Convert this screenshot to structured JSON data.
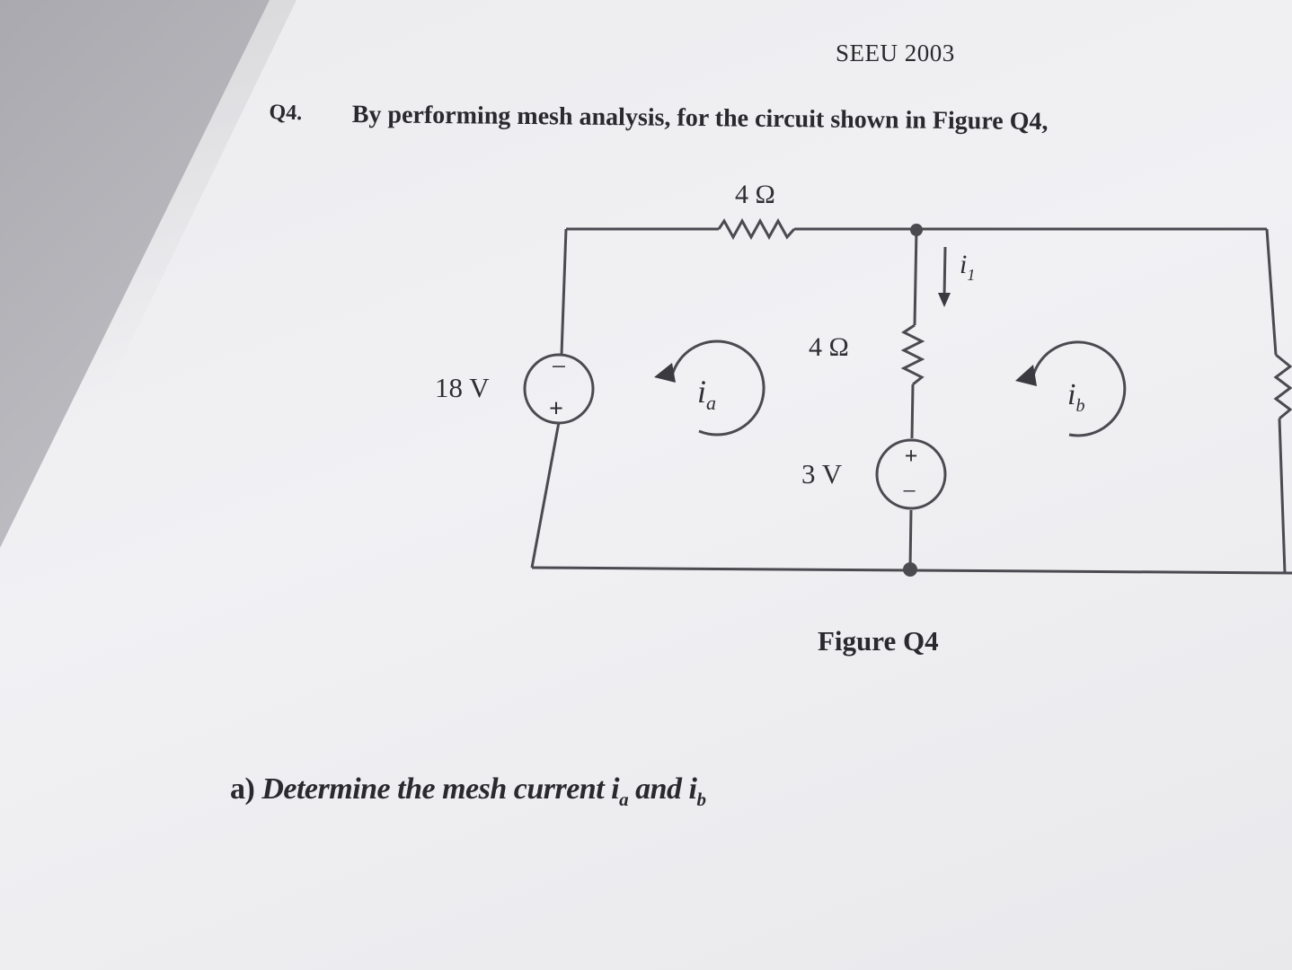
{
  "header": {
    "course_code": "SEEU 2003"
  },
  "question": {
    "number": "Q4.",
    "prompt": "By performing mesh analysis, for the circuit shown in Figure Q4,"
  },
  "circuit": {
    "top_resistor_label": "4 Ω",
    "middle_resistor_label": "4 Ω",
    "left_source_label": "18 V",
    "middle_source_label": "3 V",
    "plus_sign": "+",
    "minus_sign": "−",
    "branch_current": {
      "symbol": "i",
      "subscript": "1"
    },
    "mesh_a": {
      "symbol": "i",
      "subscript": "a"
    },
    "mesh_b": {
      "symbol": "i",
      "subscript": "b"
    }
  },
  "figure": {
    "caption": "Figure Q4"
  },
  "parts": {
    "a": {
      "label": "a)",
      "text": "Determine the mesh current ",
      "var1": "i",
      "var1_sub": "a",
      "joiner": " and ",
      "var2": "i",
      "var2_sub": "b"
    }
  }
}
